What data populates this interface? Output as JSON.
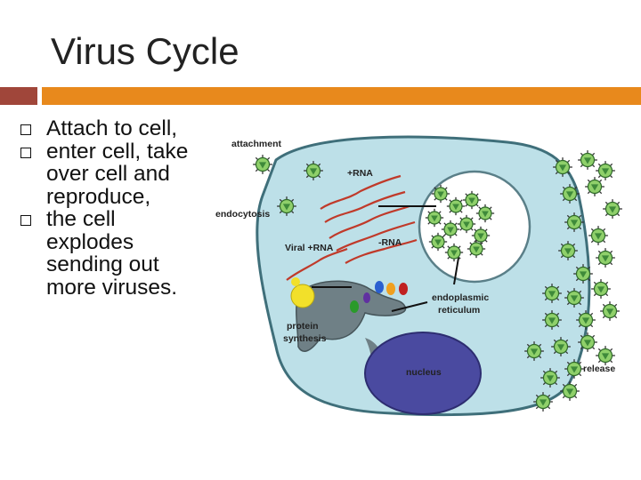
{
  "slide": {
    "title": "Virus Cycle",
    "colors": {
      "accent_red": "#a0463a",
      "accent_orange": "#e8891c"
    },
    "bullets": [
      {
        "lines": [
          "Attach to cell,"
        ]
      },
      {
        "lines": [
          "enter cell, take",
          "over cell and",
          "reproduce,"
        ]
      },
      {
        "lines": [
          "the cell",
          "explodes",
          "sending out",
          "more viruses."
        ]
      }
    ]
  },
  "diagram": {
    "labels": {
      "attachment": "attachment",
      "endocytosis": "endocytosis",
      "plus_rna": "+RNA",
      "viral_plus_rna": "Viral +RNA",
      "minus_rna": "-RNA",
      "endoplasmic": "endoplasmic",
      "reticulum": "reticulum",
      "protein": "protein",
      "synthesis": "synthesis",
      "nucleus": "nucleus",
      "release": "release"
    }
  }
}
